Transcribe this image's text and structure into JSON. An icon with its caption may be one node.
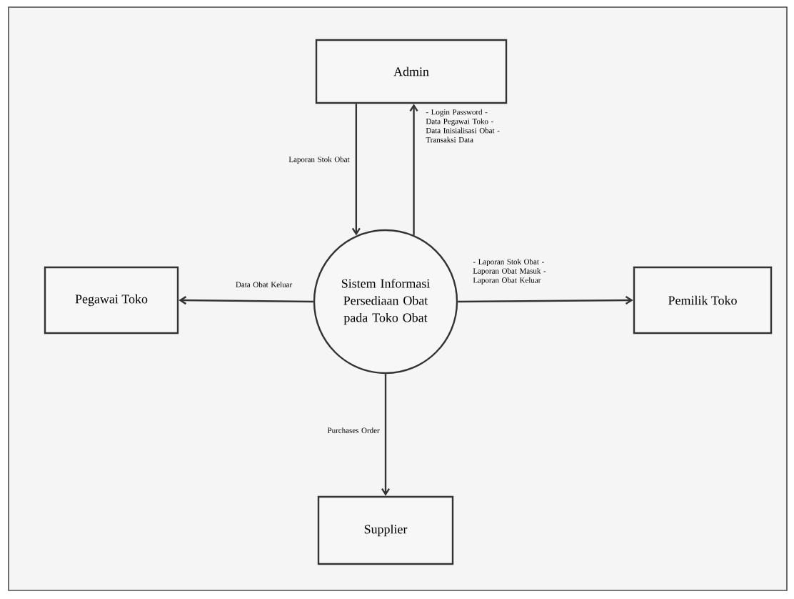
{
  "diagram": {
    "nodes": [
      {
        "text": [
          "Admin"
        ]
      },
      {
        "text": [
          "Pegawai Toko"
        ]
      },
      {
        "text": [
          "Pemilik Toko"
        ]
      },
      {
        "text": [
          "Supplier"
        ]
      },
      {
        "text": [
          "Sistem Informasi Persediaan Obat pada Toko Obat"
        ]
      }
    ],
    "edges": [
      {
        "from": 0,
        "to": 4,
        "arrow": "to",
        "label": "Laporan Stok Obat"
      },
      {
        "from": 4,
        "to": 0,
        "arrow": "to",
        "label": "- Login Password - Data Pegawai Toko - Data Inisialisasi Obat - Transaksi Data"
      },
      {
        "from": 4,
        "to": 1,
        "arrow": "to",
        "label": "Data Obat Keluar"
      },
      {
        "from": 4,
        "to": 2,
        "arrow": "to",
        "label": "- Laporan Stok Obat - Laporan Obat Masuk - Laporan Obat Keluar"
      },
      {
        "from": 4,
        "to": 3,
        "arrow": "to",
        "label": "Purchases Order"
      }
    ]
  }
}
